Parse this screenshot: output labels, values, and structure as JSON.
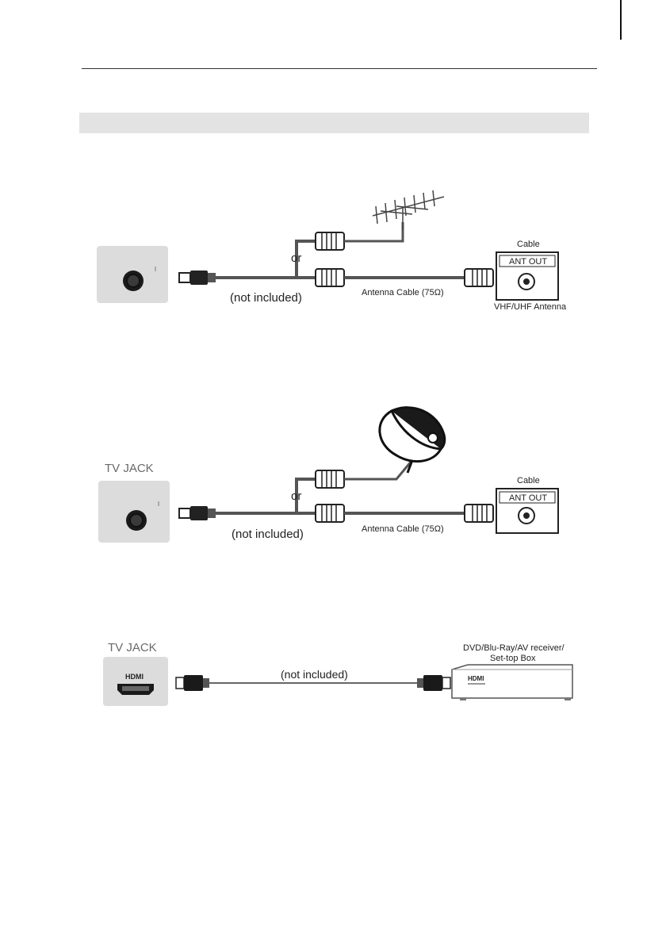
{
  "diagram1": {
    "or_label": "or",
    "not_included": "(not included)",
    "antenna_cable": "Antenna Cable (75Ω)",
    "cable": "Cable",
    "ant_out": "ANT OUT",
    "vhf_uhf": "VHF/UHF Antenna"
  },
  "diagram2": {
    "tv_jack": "TV JACK",
    "or_label": "or",
    "not_included": "(not included)",
    "antenna_cable": "Antenna Cable (75Ω)",
    "cable": "Cable",
    "ant_out": "ANT OUT"
  },
  "diagram3": {
    "tv_jack": "TV JACK",
    "hdmi_port_label": "HDMI",
    "not_included": "(not included)",
    "device_line1": "DVD/Blu-Ray/AV receiver/",
    "device_line2": "Set-top Box",
    "device_hdmi": "HDMI"
  }
}
